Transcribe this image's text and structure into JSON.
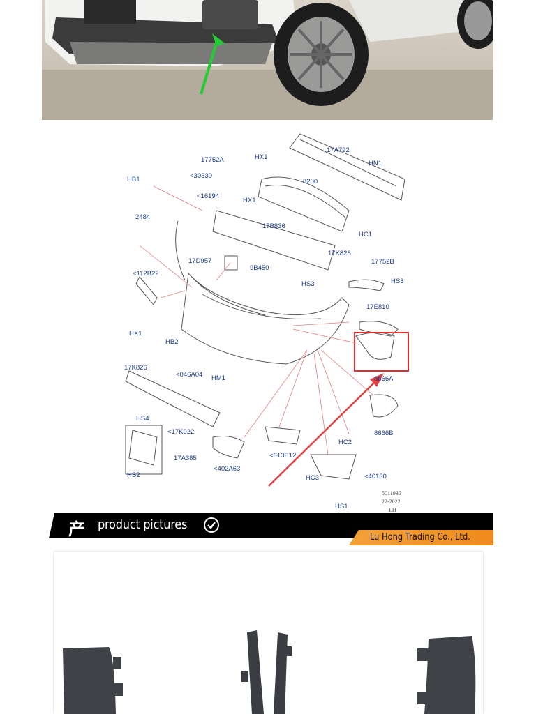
{
  "banner": {
    "glyph": "产",
    "title": "product pictures",
    "company": "Lu Hong Trading Co., Ltd.",
    "accent_color": "#f08a1c"
  },
  "diagram": {
    "parts": [
      "17752A",
      "<30330",
      "HB1",
      "HX1",
      "17A792",
      "HN1",
      "8200",
      "<16194",
      "HX1",
      "2484",
      "17B836",
      "HC1",
      "17D957",
      "9B450",
      "17K826",
      "17752B",
      "<112B22",
      "HS3",
      "HS3",
      "17E810",
      "HX1",
      "HB2",
      "17K826",
      "<046A04",
      "HM1",
      "8666A",
      "HS4",
      "<17K922",
      "8666B",
      "17A385",
      "HC2",
      "HS2",
      "<402A63",
      "<613E12",
      "HC3",
      "<40130",
      "HS1"
    ],
    "stamp": [
      "5011935",
      "22-2022",
      "LH"
    ],
    "highlight_color": "#e03030",
    "arrow_color": "#e04040",
    "photo_arrow_color": "#22cc33"
  }
}
